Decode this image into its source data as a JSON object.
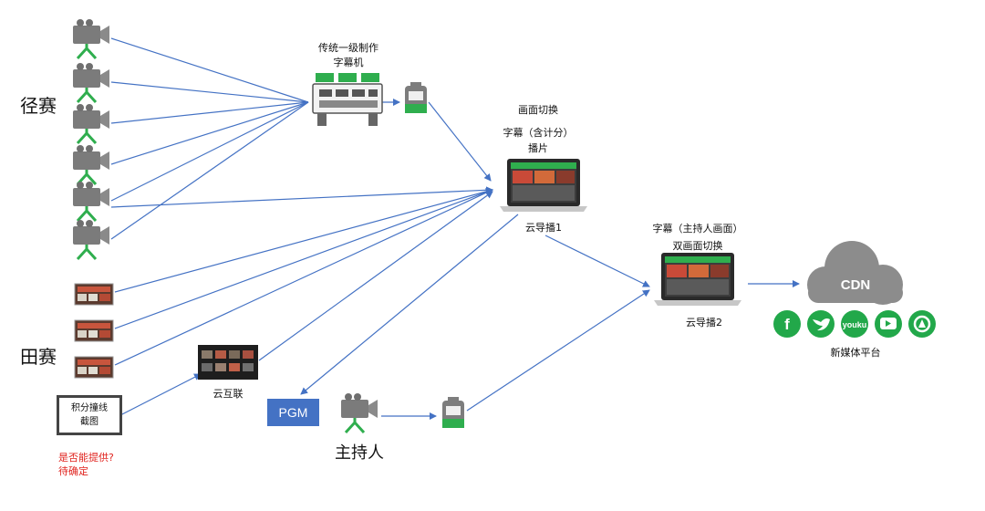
{
  "groups": {
    "track": "径赛",
    "field": "田赛"
  },
  "caption_machine": {
    "line1": "传统一级制作",
    "line2": "字幕机"
  },
  "cloud_director_1": {
    "note1": "画面切换",
    "note2": "字幕（含计分）",
    "note3": "播片",
    "label": "云导播1"
  },
  "cloud_director_2": {
    "note1": "字幕（主持人画面）",
    "note2": "双画面切换",
    "label": "云导播2"
  },
  "cloud_link": {
    "label": "云互联"
  },
  "pgm": {
    "label": "PGM"
  },
  "host": {
    "label": "主持人"
  },
  "score_box": {
    "line1": "积分撞线",
    "line2": "截图"
  },
  "question": {
    "line1": "是否能提供?",
    "line2": "待确定"
  },
  "cdn": {
    "label": "CDN",
    "platform_label": "新媒体平台",
    "platforms": [
      "f",
      "t",
      "youku",
      "play",
      "a"
    ]
  },
  "colors": {
    "arrow": "#4472c4",
    "green": "#22a84a",
    "cloud": "#8c8c8c",
    "red_text": "#e0231e"
  }
}
